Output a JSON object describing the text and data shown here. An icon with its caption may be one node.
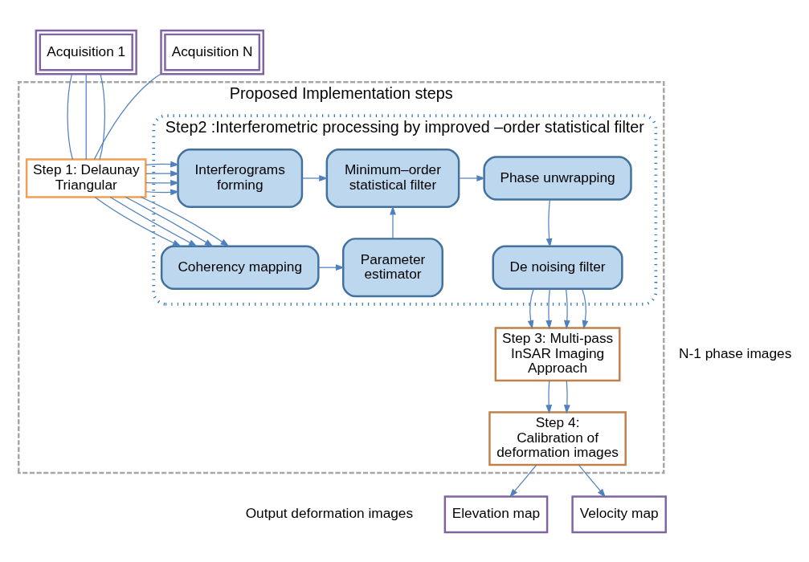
{
  "diagram": {
    "nodes": [
      {
        "text": [
          "Proposed Implementation steps"
        ]
      },
      {
        "text": [
          "Acquisition 1"
        ]
      },
      {
        "text": [
          "Acquisition N"
        ]
      },
      {
        "text": [
          "Step 1: Delaunay Triangular"
        ],
        "in": 0
      },
      {
        "text": [
          "Step2 :Interferometric processing by improved –order statistical filter"
        ],
        "in": 0
      },
      {
        "text": [
          "Interferograms forming"
        ],
        "in": 4
      },
      {
        "text": [
          "Minimum–order statistical filter"
        ],
        "in": 4
      },
      {
        "text": [
          "Phase unwrapping"
        ],
        "in": 4
      },
      {
        "text": [
          "Coherency mapping"
        ],
        "in": 4
      },
      {
        "text": [
          "Parameter estimator"
        ],
        "in": 4
      },
      {
        "text": [
          "De noising filter"
        ],
        "in": 4
      },
      {
        "text": [
          "Step 3: Multi-pass InSAR Imaging Approach"
        ],
        "in": 0
      },
      {
        "text": [
          "Step 4: Calibration of deformation images"
        ],
        "in": 0
      },
      {
        "text": [
          "Elevation map"
        ]
      },
      {
        "text": [
          "Velocity map"
        ]
      }
    ],
    "edges": [
      {
        "from": 1,
        "to": 3,
        "arrow": "none"
      },
      {
        "from": 1,
        "to": 3,
        "arrow": "none"
      },
      {
        "from": 1,
        "to": 3,
        "arrow": "none"
      },
      {
        "from": 2,
        "to": 3,
        "arrow": "none"
      },
      {
        "from": 3,
        "to": 5,
        "arrow": "to"
      },
      {
        "from": 3,
        "to": 5,
        "arrow": "to"
      },
      {
        "from": 3,
        "to": 5,
        "arrow": "to"
      },
      {
        "from": 3,
        "to": 5,
        "arrow": "to"
      },
      {
        "from": 3,
        "to": 8,
        "arrow": "to"
      },
      {
        "from": 3,
        "to": 8,
        "arrow": "to"
      },
      {
        "from": 3,
        "to": 8,
        "arrow": "to"
      },
      {
        "from": 3,
        "to": 8,
        "arrow": "to"
      },
      {
        "from": 5,
        "to": 6,
        "arrow": "to"
      },
      {
        "from": 6,
        "to": 7,
        "arrow": "to"
      },
      {
        "from": 8,
        "to": 9,
        "arrow": "to"
      },
      {
        "from": 9,
        "to": 6,
        "arrow": "to"
      },
      {
        "from": 7,
        "to": 10,
        "arrow": "to"
      },
      {
        "from": 10,
        "to": 11,
        "arrow": "to"
      },
      {
        "from": 10,
        "to": 11,
        "arrow": "to"
      },
      {
        "from": 10,
        "to": 11,
        "arrow": "to"
      },
      {
        "from": 10,
        "to": 11,
        "arrow": "to"
      },
      {
        "from": 11,
        "to": 12,
        "arrow": "to"
      },
      {
        "from": 11,
        "to": 12,
        "arrow": "to"
      },
      {
        "from": 12,
        "to": 13,
        "arrow": "to"
      },
      {
        "from": 12,
        "to": 14,
        "arrow": "to"
      }
    ],
    "labels": [
      "N-1 phase images",
      "Output deformation images"
    ]
  }
}
